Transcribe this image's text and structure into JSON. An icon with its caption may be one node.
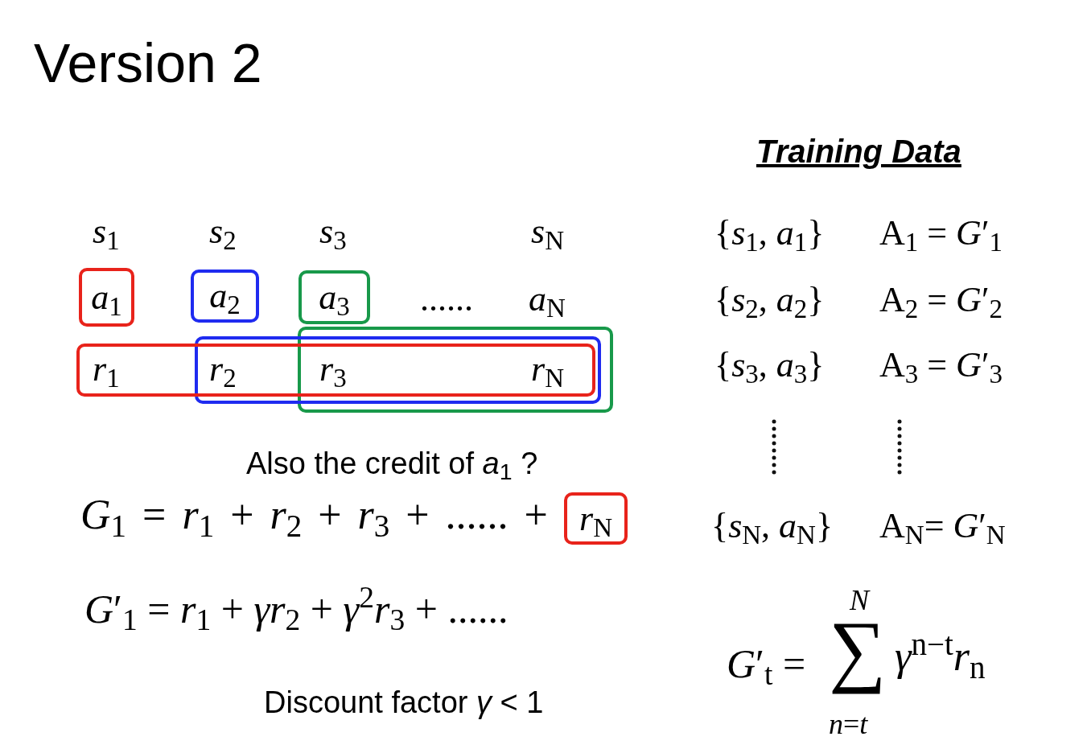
{
  "diagram": {
    "title": "Version 2",
    "nodes": [
      {
        "text": [
          "*a*$_{1}$"
        ]
      },
      {
        "text": [
          "*a*$_{2}$"
        ]
      },
      {
        "text": [
          "*a*$_{3}$"
        ]
      },
      {
        "text": [],
        "shape": "box"
      },
      {
        "text": [],
        "shape": "box"
      },
      {
        "text": [],
        "shape": "box"
      },
      {
        "text": [
          "*r*$_{N}$"
        ]
      }
    ],
    "edges": [],
    "labels": [
      "Training Data",
      "*s*$_{1}$",
      "*s*$_{2}$",
      "*s*$_{3}$",
      "*s*$_{N}$",
      "......",
      "*a*$_{N}$",
      "*r*$_{1}$",
      "*r*$_{2}$",
      "*r*$_{3}$",
      "*r*$_{N}$",
      "{*s*$_{1}$, *a*$_{1}$}",
      "A$_{1}$ = *G*′$_{1}$",
      "{*s*$_{2}$, *a*$_{2}$}",
      "A$_{2}$ = *G*′$_{2}$",
      "{*s*$_{3}$, *a*$_{3}$}",
      "A$_{3}$ = *G*′$_{3}$",
      "{*s*$_{N}$, *a*$_{N}$}",
      "A$_{N}$= *G*′$_{N}$",
      "Also the credit of *a*$_{1}$ ?",
      "*G*$_{1}$ = *r*$_{1}$ + *r*$_{2}$ + *r*$_{3}$ + ...... +",
      "*G*′$_{1}$ = *r*$_{1}$ + *γr*$_{2}$ + *γ*$^{2}$*r*$_{3}$ + ......",
      "Discount factor *γ* < 1",
      "*G*′$_{t}$ =",
      "*N*",
      "∑",
      "*n*=*t*",
      "*γ*$^{n−t}$*r*$_{n}$"
    ]
  }
}
